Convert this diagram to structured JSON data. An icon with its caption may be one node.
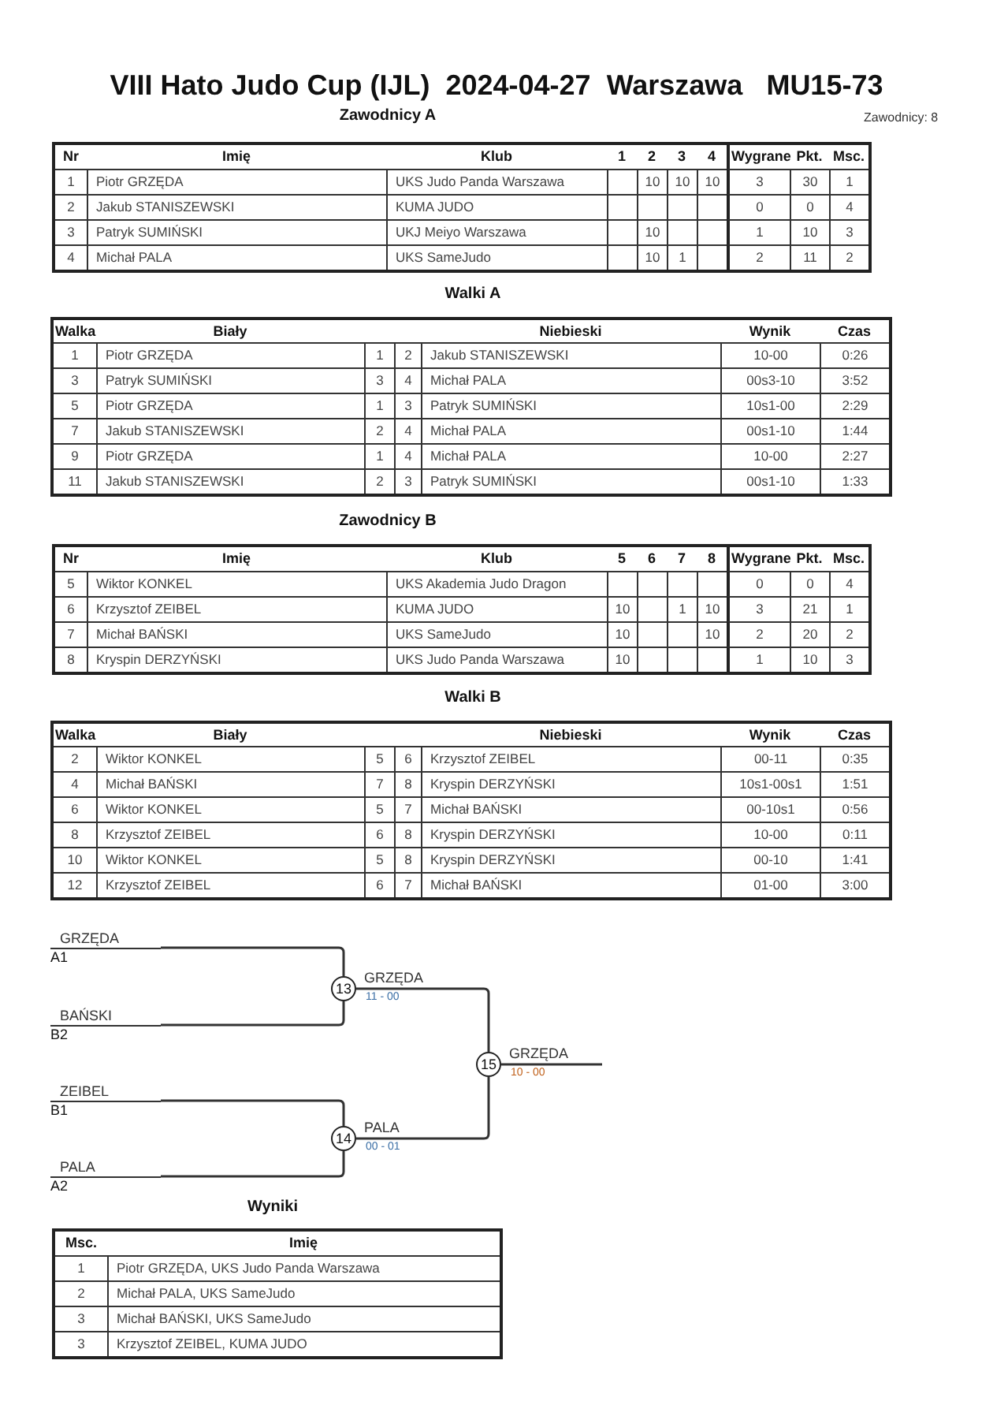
{
  "diagram": {
    "title": "VIII Hato Judo Cup (IJL)  2024-04-27  Warszawa   MU15-73",
    "nodes": [
      {
        "text": [
          "GRZĘDA",
          "A1"
        ]
      },
      {
        "text": [
          "BAŃSKI",
          "B2"
        ]
      },
      {
        "text": [
          "13"
        ],
        "beside": [
          "11 - 00"
        ]
      },
      {
        "text": [
          "ZEIBEL",
          "B1"
        ]
      },
      {
        "text": [
          "PALA",
          "A2"
        ]
      },
      {
        "text": [
          "14"
        ],
        "beside": [
          "00 - 01"
        ]
      },
      {
        "text": [
          "15"
        ],
        "beside": [
          "10 - 00"
        ]
      }
    ],
    "edges": [
      {
        "from": 0,
        "to": 2,
        "arrow": "none"
      },
      {
        "from": 1,
        "to": 2,
        "arrow": "none"
      },
      {
        "from": 3,
        "to": 5,
        "arrow": "none"
      },
      {
        "from": 4,
        "to": 5,
        "arrow": "none"
      },
      {
        "from": 2,
        "to": 6,
        "arrow": "none",
        "label": "GRZĘDA"
      },
      {
        "from": 5,
        "to": 6,
        "arrow": "none",
        "label": "PALA"
      },
      {
        "from": 6,
        "to": null,
        "arrow": "none",
        "label": "GRZĘDA"
      }
    ],
    "labels": [
      "Zawodnicy A",
      "Zawodnicy: 8",
      "Nr",
      "Imię",
      "Klub",
      "1",
      "2",
      "3",
      "4",
      "Wygrane",
      "Pkt.",
      "Msc.",
      "1",
      "Piotr GRZĘDA",
      "UKS Judo Panda Warszawa",
      "10",
      "10",
      "10",
      "3",
      "30",
      "1",
      "2",
      "Jakub STANISZEWSKI",
      "KUMA JUDO",
      "0",
      "0",
      "4",
      "3",
      "Patryk SUMIŃSKI",
      "UKJ Meiyo Warszawa",
      "10",
      "1",
      "10",
      "3",
      "4",
      "Michał PALA",
      "UKS SameJudo",
      "10",
      "1",
      "2",
      "11",
      "2",
      "Walki A",
      "Walka",
      "Biały",
      "Niebieski",
      "Wynik",
      "Czas",
      "1",
      "Piotr GRZĘDA",
      "1",
      "2",
      "Jakub STANISZEWSKI",
      "10-00",
      "0:26",
      "3",
      "Patryk SUMIŃSKI",
      "3",
      "4",
      "Michał PALA",
      "00s3-10",
      "3:52",
      "5",
      "Piotr GRZĘDA",
      "1",
      "3",
      "Patryk SUMIŃSKI",
      "10s1-00",
      "2:29",
      "7",
      "Jakub STANISZEWSKI",
      "2",
      "4",
      "Michał PALA",
      "00s1-10",
      "1:44",
      "9",
      "Piotr GRZĘDA",
      "1",
      "4",
      "Michał PALA",
      "10-00",
      "2:27",
      "11",
      "Jakub STANISZEWSKI",
      "2",
      "3",
      "Patryk SUMIŃSKI",
      "00s1-10",
      "1:33",
      "Zawodnicy B",
      "Nr",
      "Imię",
      "Klub",
      "5",
      "6",
      "7",
      "8",
      "Wygrane",
      "Pkt.",
      "Msc.",
      "5",
      "Wiktor KONKEL",
      "UKS Akademia Judo Dragon",
      "0",
      "0",
      "4",
      "6",
      "Krzysztof ZEIBEL",
      "KUMA JUDO",
      "10",
      "1",
      "10",
      "3",
      "21",
      "1",
      "7",
      "Michał BAŃSKI",
      "UKS SameJudo",
      "10",
      "10",
      "2",
      "20",
      "2",
      "8",
      "Kryspin DERZYŃSKI",
      "UKS Judo Panda Warszawa",
      "10",
      "1",
      "10",
      "3",
      "Walki B",
      "Walka",
      "Biały",
      "Niebieski",
      "Wynik",
      "Czas",
      "2",
      "Wiktor KONKEL",
      "5",
      "6",
      "Krzysztof ZEIBEL",
      "00-11",
      "0:35",
      "4",
      "Michał BAŃSKI",
      "7",
      "8",
      "Kryspin DERZYŃSKI",
      "10s1-00s1",
      "1:51",
      "6",
      "Wiktor KONKEL",
      "5",
      "7",
      "Michał BAŃSKI",
      "00-10s1",
      "0:56",
      "8",
      "Krzysztof ZEIBEL",
      "6",
      "8",
      "Kryspin DERZYŃSKI",
      "10-00",
      "0:11",
      "10",
      "Wiktor KONKEL",
      "5",
      "8",
      "Kryspin DERZYŃSKI",
      "00-10",
      "1:41",
      "12",
      "Krzysztof ZEIBEL",
      "6",
      "7",
      "Michał BAŃSKI",
      "01-00",
      "3:00",
      "Wyniki",
      "Msc.",
      "Imię",
      "1",
      "Piotr GRZĘDA, UKS Judo Panda Warszawa",
      "2",
      "Michał PALA, UKS SameJudo",
      "3",
      "Michał BAŃSKI, UKS SameJudo",
      "3",
      "Krzysztof ZEIBEL, KUMA JUDO"
    ]
  }
}
